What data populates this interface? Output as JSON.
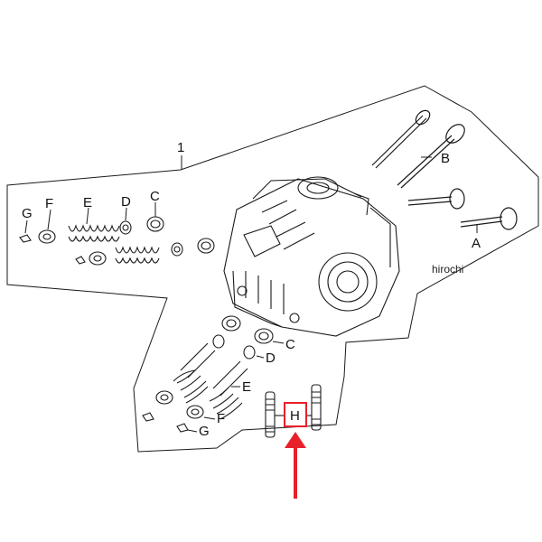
{
  "diagram": {
    "assembly_label": "1",
    "callouts": {
      "A": "A",
      "B": "B",
      "C_top": "C",
      "D_top": "D",
      "E_top": "E",
      "F_top": "F",
      "G_top": "G",
      "C_bottom": "C",
      "D_bottom": "D",
      "E_bottom": "E",
      "F_bottom": "F",
      "G_bottom": "G",
      "H": "H"
    },
    "watermark": "hirochi",
    "colors": {
      "line": "#1a1a1a",
      "highlight": "#e8202a",
      "background": "#ffffff"
    }
  }
}
